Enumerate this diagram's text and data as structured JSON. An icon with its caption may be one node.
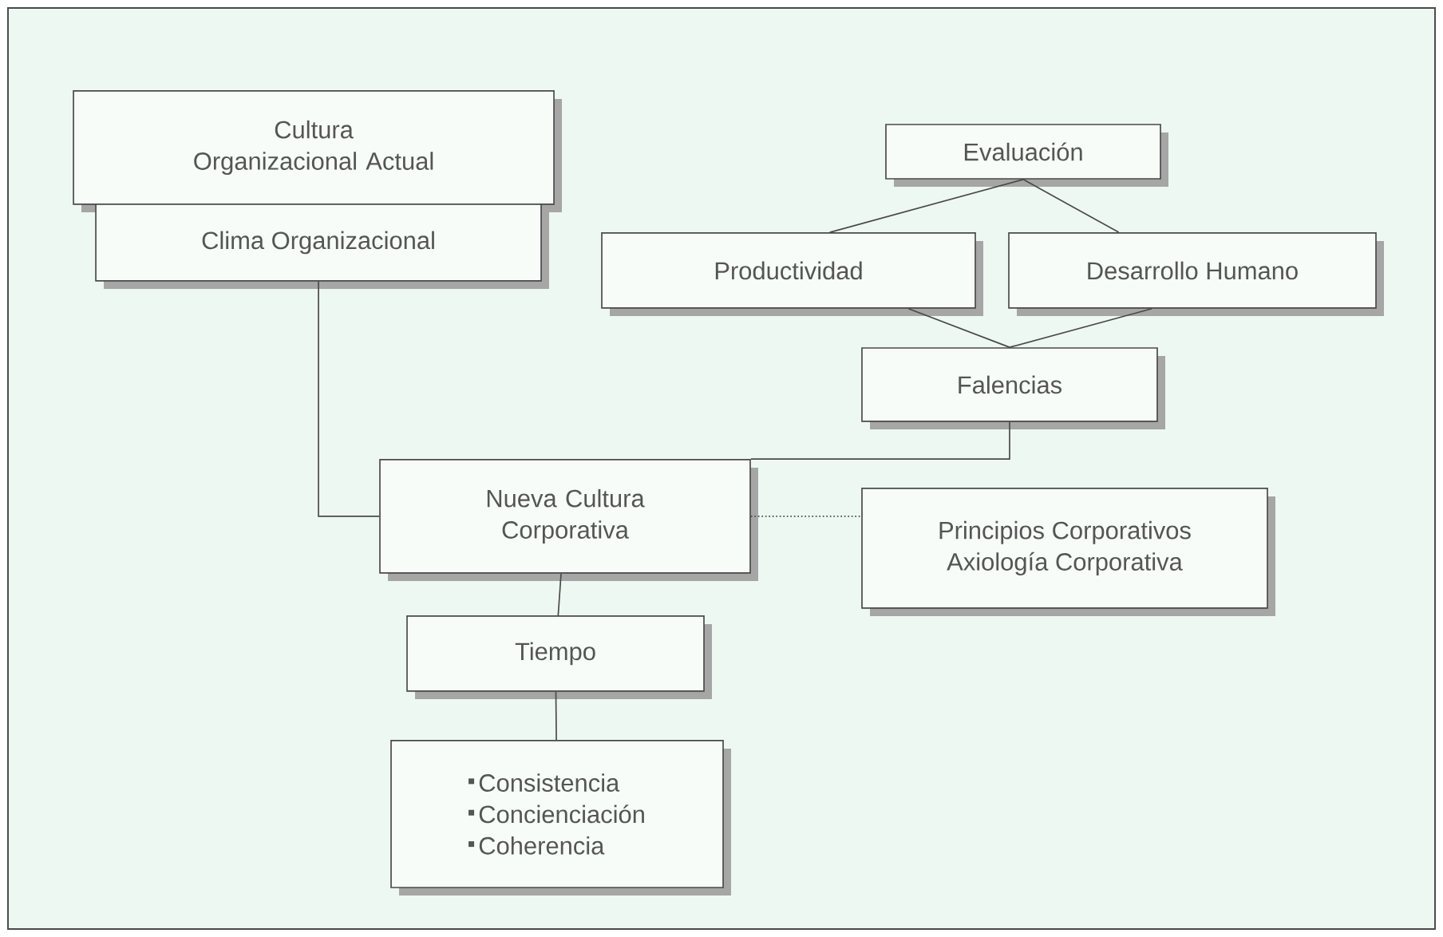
{
  "diagram": {
    "nodes": [
      {
        "text": [
          "Cultura Organizacional Actual"
        ]
      },
      {
        "text": [
          "Clima Organizacional"
        ]
      },
      {
        "text": [
          "Evaluación"
        ]
      },
      {
        "text": [
          "Productividad"
        ]
      },
      {
        "text": [
          "Desarrollo Humano"
        ]
      },
      {
        "text": [
          "Falencias"
        ]
      },
      {
        "text": [
          "Nueva Cultura Corporativa"
        ]
      },
      {
        "text": [
          "Principios Corporativos",
          "Axiología Corporativa"
        ]
      },
      {
        "text": [
          "Tiempo"
        ]
      },
      {
        "text": [
          "Consistencia",
          "Concienciación",
          "Coherencia"
        ]
      }
    ],
    "edges": [
      {
        "from": 1,
        "to": 6,
        "arrow": "none"
      },
      {
        "from": 2,
        "to": 3,
        "arrow": "none"
      },
      {
        "from": 2,
        "to": 4,
        "arrow": "none"
      },
      {
        "from": 3,
        "to": 5,
        "arrow": "none"
      },
      {
        "from": 4,
        "to": 5,
        "arrow": "none"
      },
      {
        "from": 5,
        "to": 6,
        "arrow": "none"
      },
      {
        "from": 6,
        "to": 7,
        "arrow": "none",
        "style": "dashed"
      },
      {
        "from": 6,
        "to": 8,
        "arrow": "none"
      },
      {
        "from": 8,
        "to": 9,
        "arrow": "none"
      }
    ]
  }
}
